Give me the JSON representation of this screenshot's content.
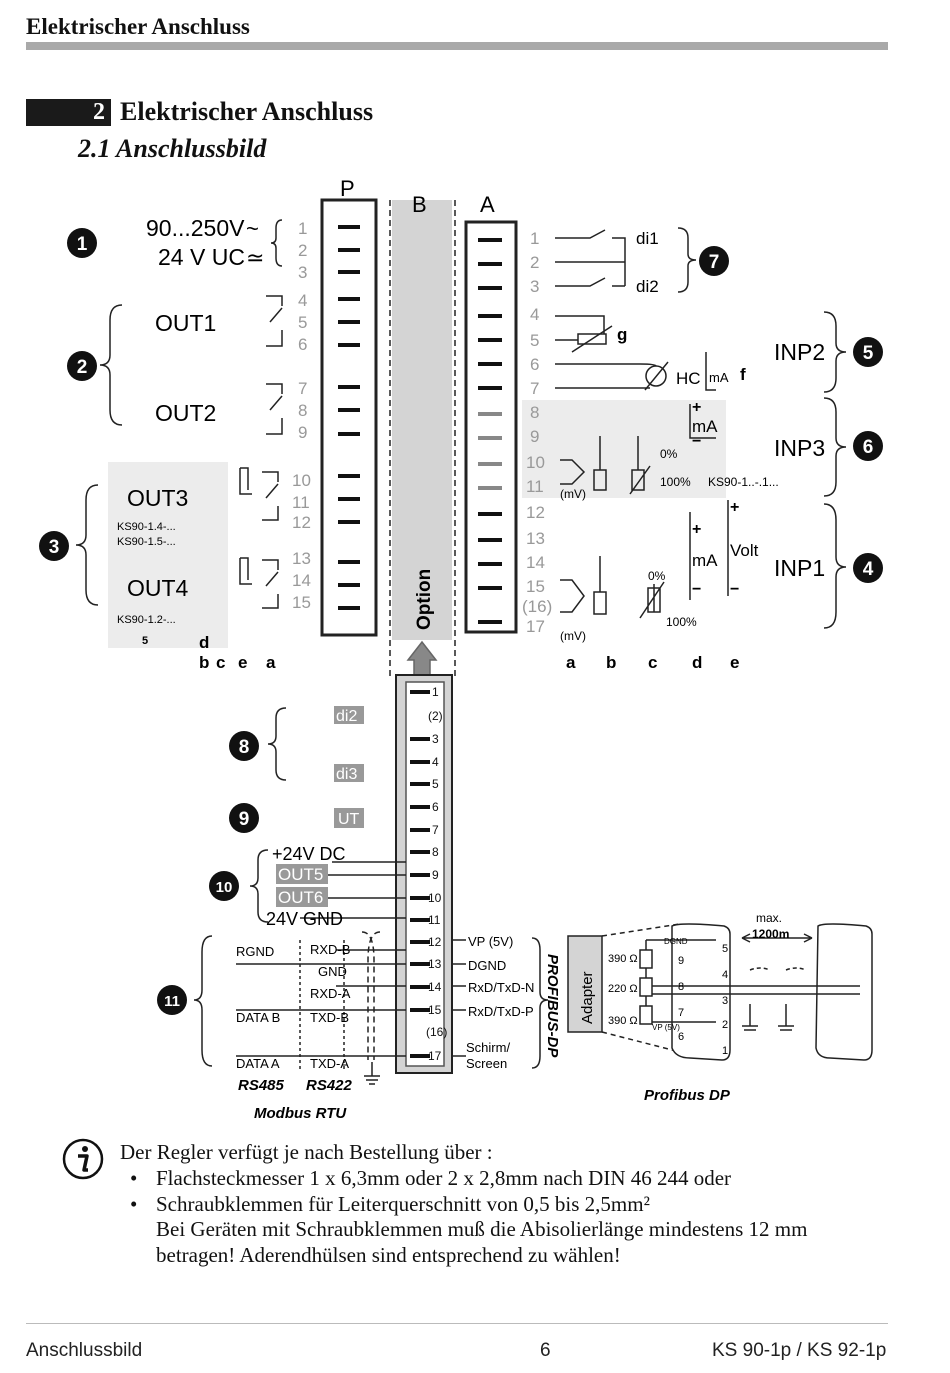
{
  "header": {
    "title": "Elektrischer Anschluss"
  },
  "section": {
    "number": "2",
    "title": "Elektrischer Anschluss",
    "subsection": "2.1 Anschlussbild"
  },
  "diagram": {
    "column_labels": [
      "P",
      "B",
      "A"
    ],
    "option_label": "Option",
    "supply": {
      "line1": "90...250V",
      "line2": "24 V UC",
      "ac": "~",
      "dc": "≃"
    },
    "outputs": [
      "OUT1",
      "OUT2",
      "OUT3",
      "OUT4"
    ],
    "out3_variants": [
      "KS90-1.4-...",
      "KS90-1.5-..."
    ],
    "out4_variant": "KS90-1.2-...",
    "left_marker": "5",
    "left_letters": [
      "d",
      "b",
      "c",
      "e",
      "a"
    ],
    "p_terminals": [
      "1",
      "2",
      "3",
      "4",
      "5",
      "6",
      "7",
      "8",
      "9",
      "10",
      "11",
      "12",
      "13",
      "14",
      "15"
    ],
    "a_terminals": [
      "1",
      "2",
      "3",
      "4",
      "5",
      "6",
      "7",
      "8",
      "9",
      "10",
      "11",
      "12",
      "13",
      "14",
      "15",
      "(16)",
      "17"
    ],
    "digital_inputs": [
      "di1",
      "di2"
    ],
    "inputs": [
      "INP2",
      "INP3",
      "INP1"
    ],
    "inp_labels": {
      "g": "g",
      "hc": "HC",
      "ma": "mA",
      "f": "f",
      "mv": "(mV)",
      "zero": "0%",
      "hundred": "100%",
      "ks_code": "KS90-1..-.1...",
      "volt": "Volt",
      "plus": "+",
      "minus": "−"
    },
    "right_letters": [
      "a",
      "b",
      "c",
      "d",
      "e"
    ],
    "badges": [
      "1",
      "2",
      "3",
      "4",
      "5",
      "6",
      "7",
      "8",
      "9",
      "10",
      "11"
    ],
    "b_terminals": [
      "1",
      "(2)",
      "3",
      "4",
      "5",
      "6",
      "7",
      "8",
      "9",
      "10",
      "11",
      "12",
      "13",
      "14",
      "15",
      "(16)",
      "17"
    ],
    "b_di": [
      "di2",
      "di3"
    ],
    "b_ut": "UT",
    "b_supply": [
      "+24V DC",
      "24V GND"
    ],
    "b_outputs": [
      "OUT5",
      "OUT6"
    ],
    "profibus_signals": [
      "VP (5V)",
      "DGND",
      "RxD/TxD-N",
      "RxD/TxD-P"
    ],
    "schirm": [
      "Schirm/",
      "Screen"
    ],
    "profibus_vertical": "PROFIBUS-DP",
    "adapter": "Adapter",
    "rs485_labels": [
      "RGND",
      "DATA B",
      "DATA A"
    ],
    "rs422_labels": [
      "RXD-B",
      "GND",
      "RXD-A",
      "TXD-B",
      "TXD-A"
    ],
    "rs485": "RS485",
    "rs422": "RS422",
    "modbus": "Modbus RTU",
    "profibus_caption": "Profibus DP",
    "resistors": [
      "390 Ω",
      "220 Ω",
      "390 Ω"
    ],
    "dsub_labels": [
      "DGND",
      "VP (5V)"
    ],
    "dsub_pins_left": [
      "5",
      "9",
      "4",
      "8",
      "3",
      "7",
      "2",
      "6",
      "1"
    ],
    "max_len": [
      "max.",
      "1200m"
    ]
  },
  "note": {
    "intro": "Der Regler verfügt je nach Bestellung über :",
    "bullets": [
      "Flachsteckmesser 1 x 6,3mm oder 2 x 2,8mm nach DIN 46 244 oder",
      "Schraubklemmen für Leiterquerschnitt von 0,5 bis 2,5mm²"
    ],
    "continuation": [
      "Bei Geräten mit Schraubklemmen muß die Abisolierlänge mindestens 12 mm",
      "betragen! Aderendhülsen sind entsprechend zu wählen!"
    ]
  },
  "footer": {
    "left": "Anschlussbild",
    "page": "6",
    "right": "KS 90-1p / KS 92-1p"
  }
}
